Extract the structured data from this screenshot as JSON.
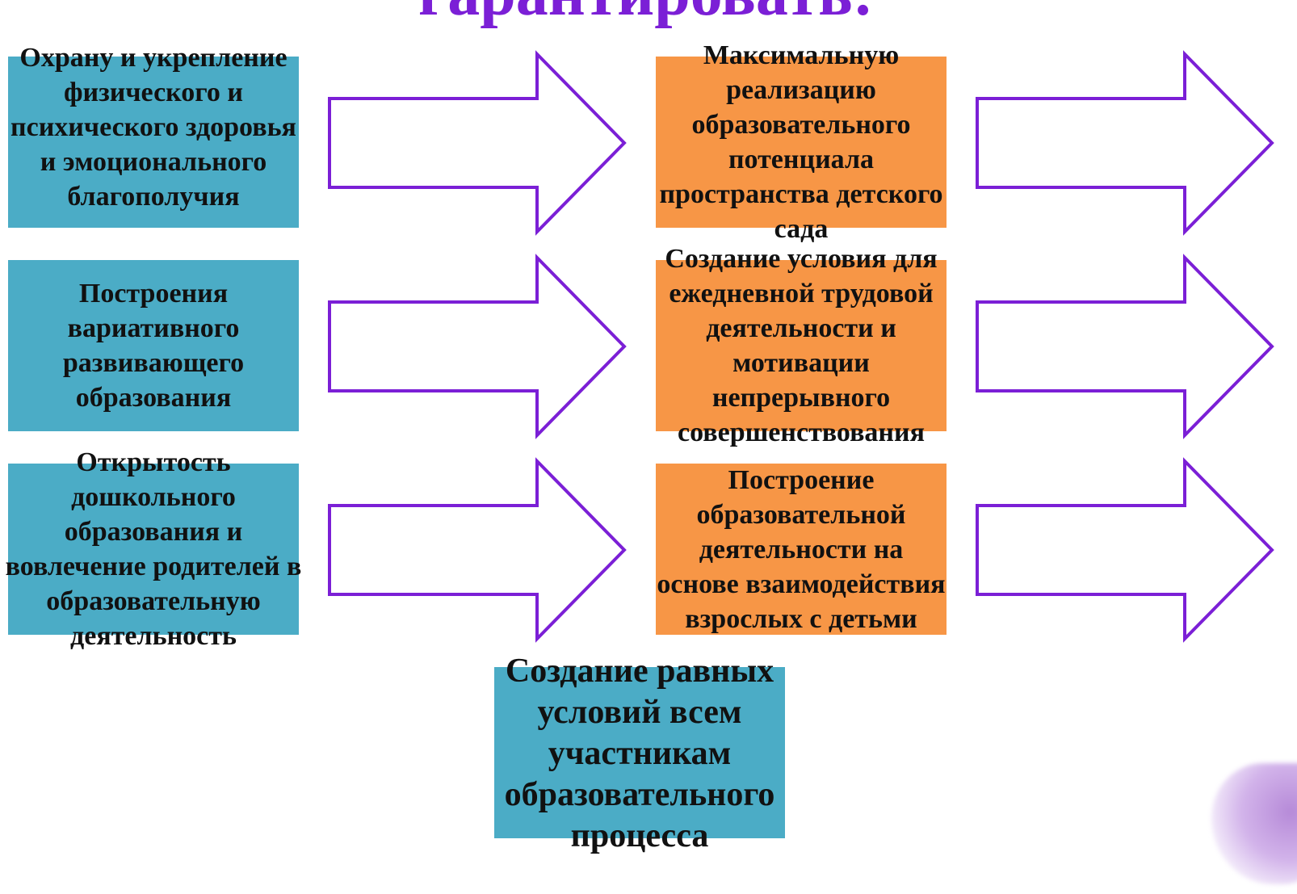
{
  "title": "гарантировать:",
  "colors": {
    "blue_box": "#4bacc6",
    "orange_box": "#f79646",
    "arrow_stroke": "#7b1fd6",
    "title_color": "#7b1fd6"
  },
  "left_boxes": [
    "Охрану и укрепление физического и психического здоровья и эмоционального благополучия",
    "Построения вариативного развивающего образования",
    "Открытость дошкольного образования и вовлечение родителей в образовательную деятельность"
  ],
  "middle_boxes": [
    "Максимальную реализацию образовательного потенциала пространства детского сада",
    "Создание условия для ежедневной трудовой деятельности и мотивации непрерывного совершенствования",
    "Построение образовательной деятельности на основе взаимодействия взрослых с детьми"
  ],
  "bottom_box": "Создание равных условий всем участникам образовательного процесса",
  "icons": {
    "arrow": "right-arrow-icon",
    "decoration": "flower-blob-icon"
  }
}
